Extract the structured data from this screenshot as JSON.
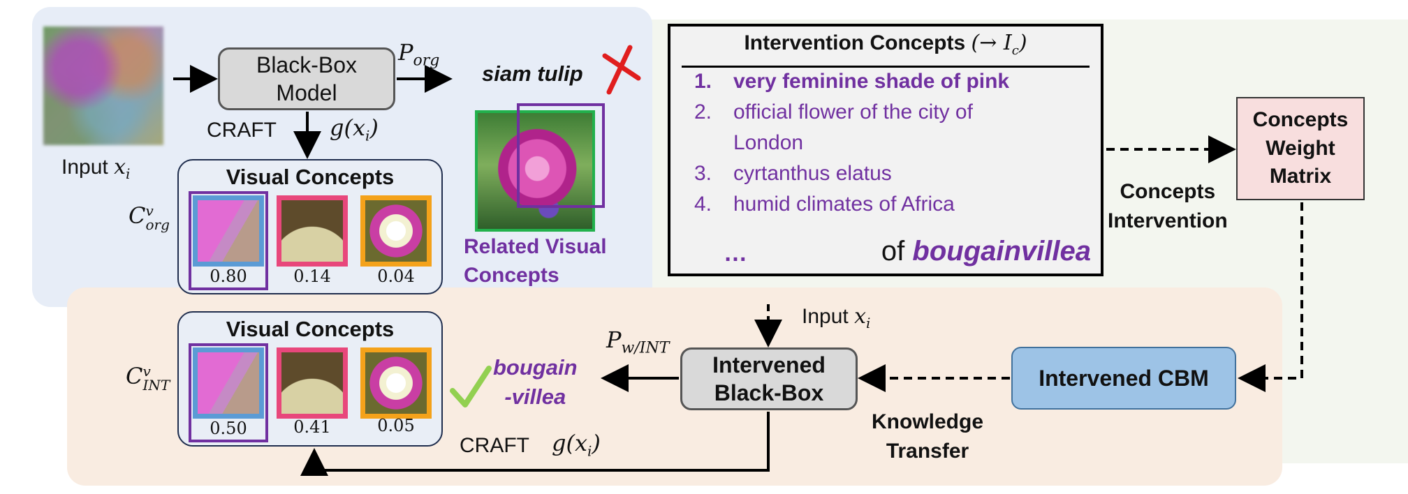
{
  "colors": {
    "accent_purple": "#7030a0",
    "check_green": "#92d050",
    "cross_red": "#e01e1e",
    "cbm_blue": "#9dc3e6",
    "matrix_pink": "#f8dede"
  },
  "input": {
    "label": "Input",
    "math": "x",
    "sub": "i"
  },
  "black_box": {
    "line1": "Black-Box",
    "line2": "Model"
  },
  "p_org": {
    "main": "P",
    "sub": "org"
  },
  "prediction_top": {
    "text": "siam tulip",
    "mark_icon": "cross-icon"
  },
  "craft_top": {
    "label": "CRAFT",
    "g": "g(x",
    "sub": "i",
    "close": ")"
  },
  "visual_concepts_top": {
    "title": "Visual Concepts",
    "c_label": "C",
    "c_sup": "v",
    "c_sub": "org",
    "scores": [
      "0.80",
      "0.14",
      "0.04"
    ]
  },
  "related_concepts": {
    "line1": "Related Visual",
    "line2": "Concepts"
  },
  "intervention": {
    "title": "Intervention Concepts",
    "title_math": "(→ I",
    "title_sub": "c",
    "title_close": ")",
    "items": [
      {
        "num": "1.",
        "text": "very feminine shade of pink",
        "bold": true
      },
      {
        "num": "2.",
        "text": "official flower of the city of",
        "bold": false
      },
      {
        "num": "",
        "text": "London",
        "bold": false
      },
      {
        "num": "3.",
        "text": "cyrtanthus elatus",
        "bold": false
      },
      {
        "num": "4.",
        "text": "humid climates of Africa",
        "bold": false
      }
    ],
    "more": "…",
    "suffix_plain": "of",
    "suffix_bold": "bougainvillea"
  },
  "concepts_intervention": {
    "line1": "Concepts",
    "line2": "Intervention"
  },
  "weight_matrix": {
    "line1": "Concepts",
    "line2": "Weight",
    "line3": "Matrix"
  },
  "input_bottom": {
    "label": "Input",
    "math": "x",
    "sub": "i"
  },
  "p_wint": {
    "main": "P",
    "sub": "w/INT"
  },
  "intervened_bb": {
    "line1": "Intervened",
    "line2": "Black-Box"
  },
  "intervened_cbm": {
    "label": "Intervened CBM"
  },
  "knowledge_transfer": {
    "line1": "Knowledge",
    "line2": "Transfer"
  },
  "prediction_bottom": {
    "line1": "bougain",
    "line2": "-villea",
    "mark_icon": "check-icon"
  },
  "visual_concepts_bottom": {
    "title": "Visual Concepts",
    "c_label": "C",
    "c_sup": "v",
    "c_sub": "INT",
    "scores": [
      "0.50",
      "0.41",
      "0.05"
    ]
  },
  "craft_bottom": {
    "label": "CRAFT",
    "g": "g(x",
    "sub": "i",
    "close": ")"
  }
}
